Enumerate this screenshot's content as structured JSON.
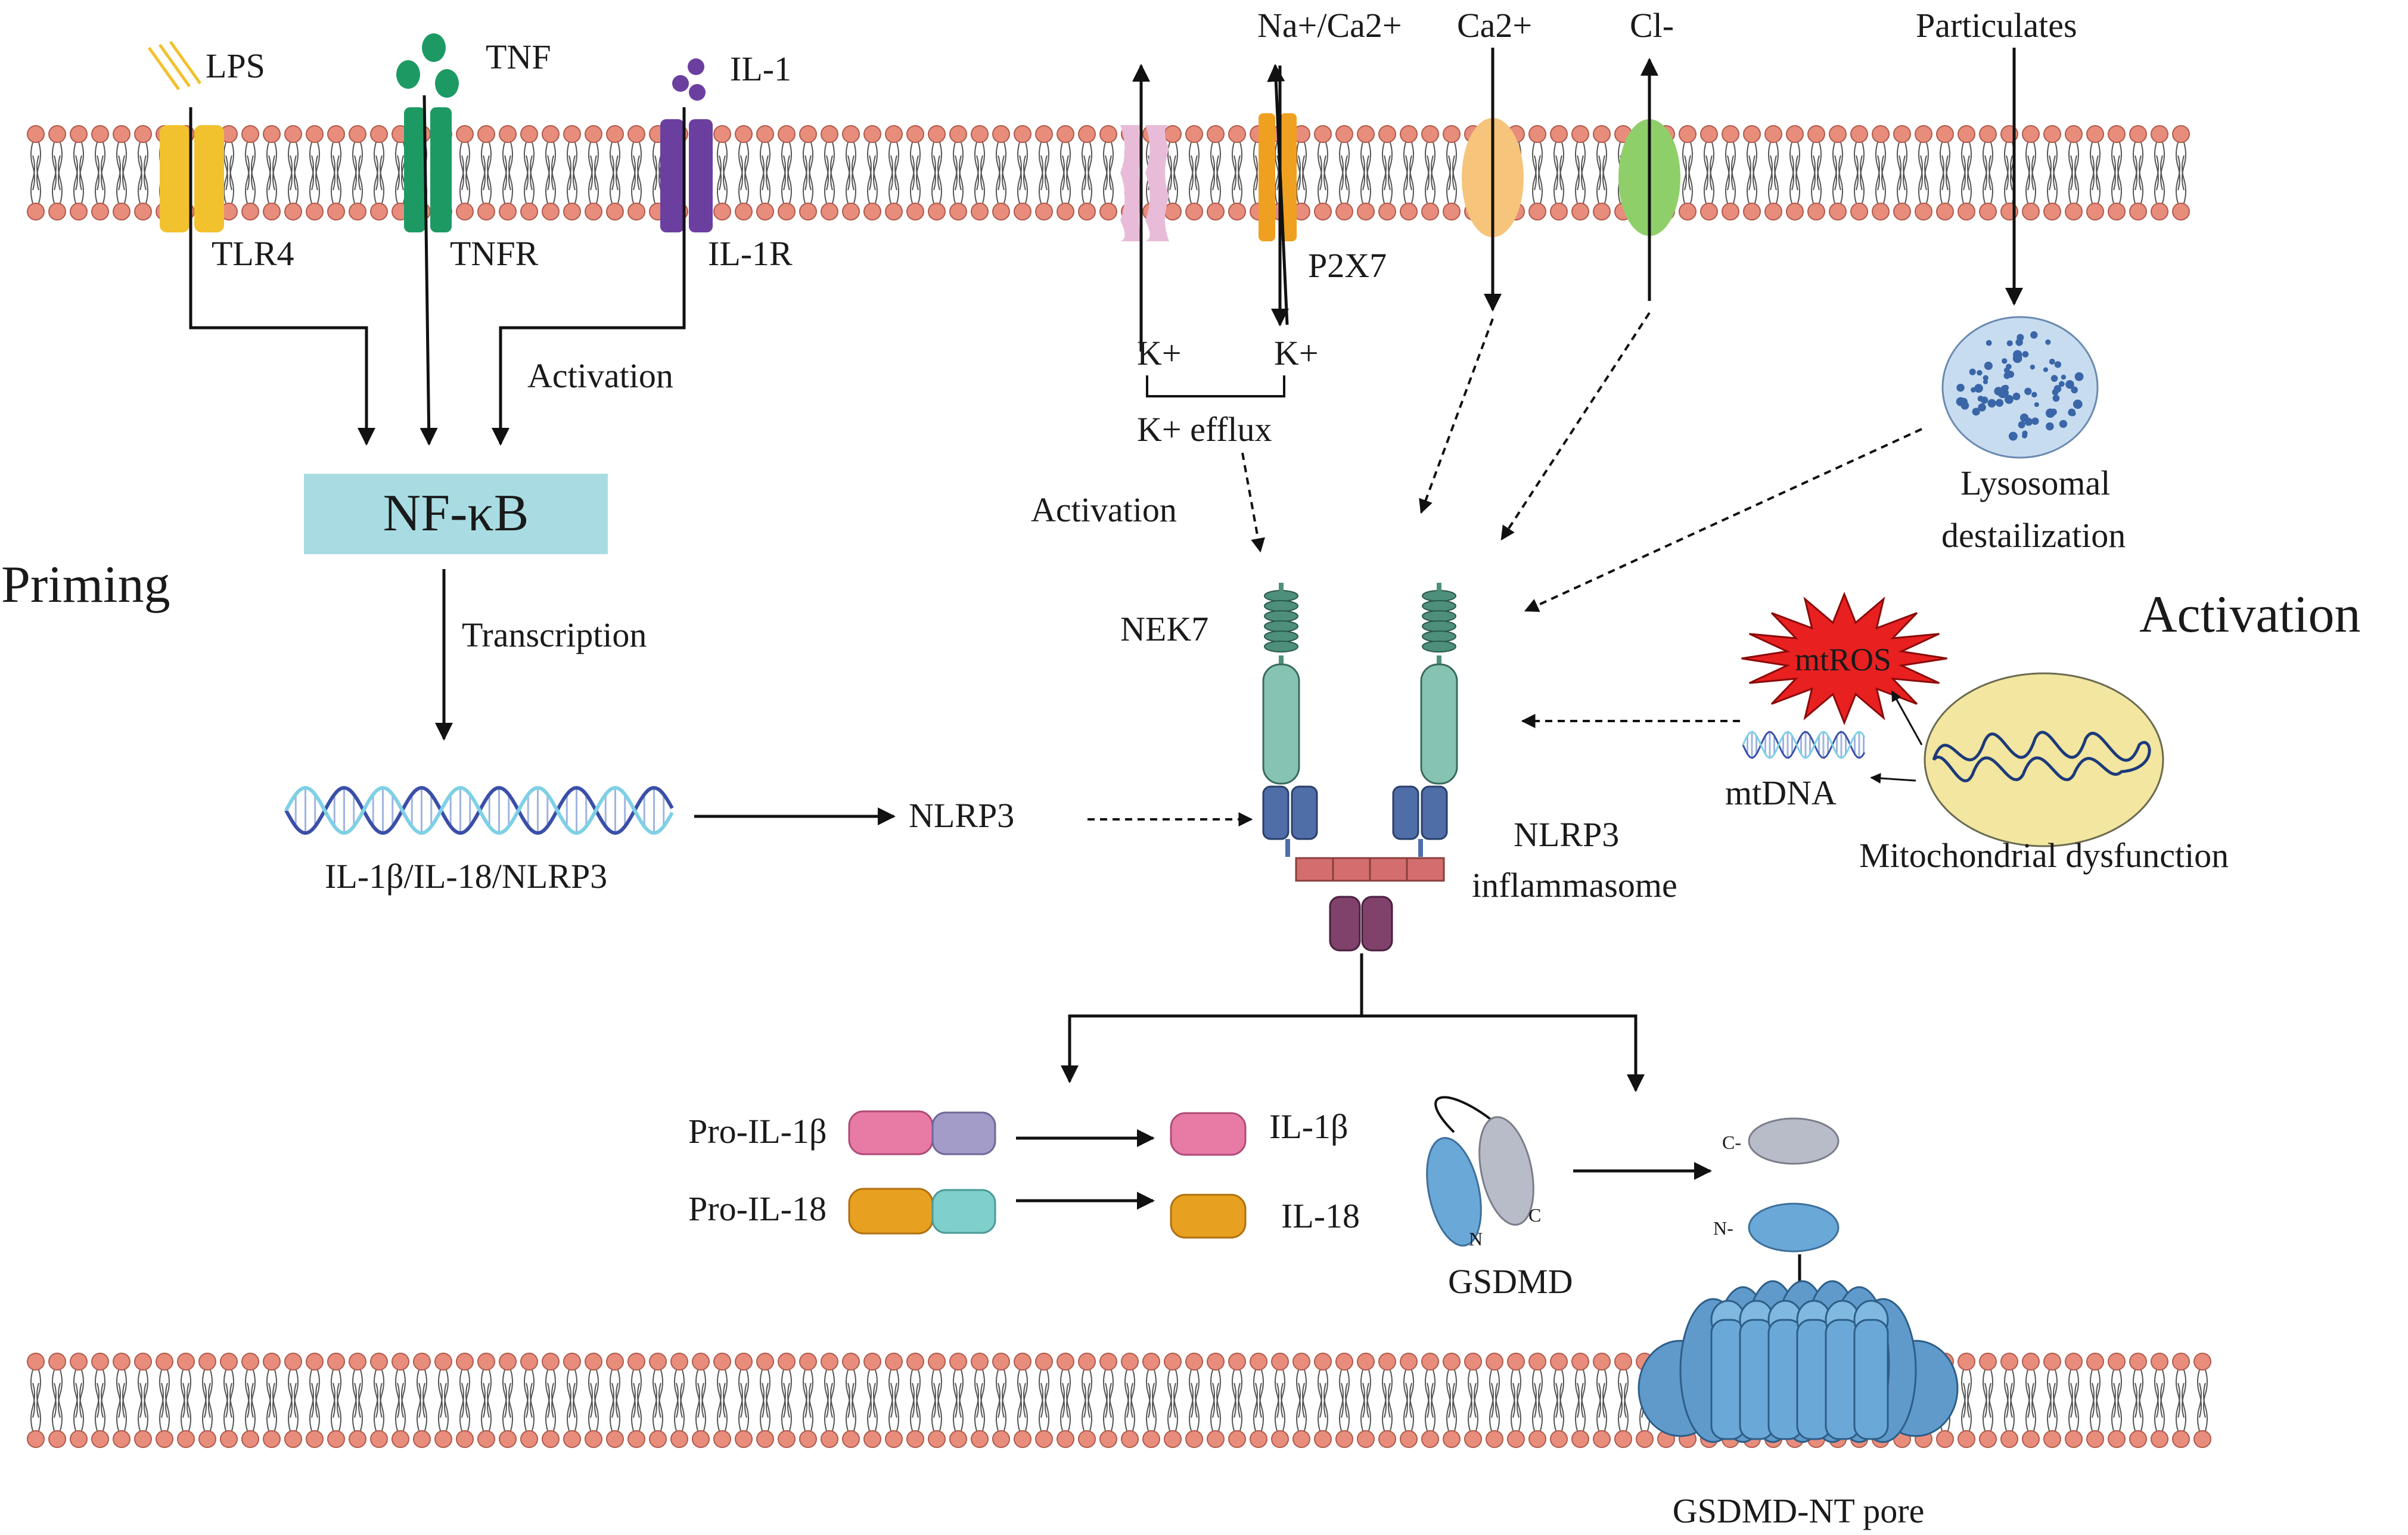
{
  "title": "",
  "sections": {
    "priming": "Priming",
    "activation": "Activation"
  },
  "ligands": {
    "lps": "LPS",
    "tnf": "TNF",
    "il1": "IL-1"
  },
  "receptors": {
    "tlr4": "TLR4",
    "tnfr": "TNFR",
    "il1r": "IL-1R",
    "p2x7": "P2X7"
  },
  "ions": {
    "na_ca": "Na+/Ca2+",
    "ca": "Ca2+",
    "cl": "Cl-",
    "k_left": "K+",
    "k_right": "K+",
    "k_efflux": "K+ efflux"
  },
  "labels": {
    "activation_left": "Activation",
    "activation_mid": "Activation",
    "nfkb": "NF-κB",
    "transcription": "Transcription",
    "gene": "IL-1β/IL-18/NLRP3",
    "nlrp3": "NLRP3",
    "nek7": "NEK7",
    "inflammasome_line1": "NLRP3",
    "inflammasome_line2": "inflammasome",
    "particulates": "Particulates",
    "lysosome_line1": "Lysosomal",
    "lysosome_line2": "destailization",
    "mtros": "mtROS",
    "mtdna": "mtDNA",
    "mito": "Mitochondrial dysfunction",
    "pro_il1b": "Pro-IL-1β",
    "pro_il18": "Pro-IL-18",
    "il1b": "IL-1β",
    "il18": "IL-18",
    "gsdmd": "GSDMD",
    "c_term": "C",
    "n_term": "N",
    "c_frag": "C-",
    "n_frag": "N-",
    "pore": "GSDMD-NT pore"
  },
  "colors": {
    "lipid_head": "#e88d7c",
    "lipid_head_stroke": "#b05a4c",
    "tlr4": "#f2c12e",
    "tnfr": "#1d9a64",
    "il1r": "#6b3fa0",
    "p2x7": "#f0a020",
    "k_channel": "#e8bcd8",
    "ca_channel": "#f6c47a",
    "cl_channel": "#8fcf6a",
    "nfkb_box": "#a8dce2",
    "nek7": "#4e8f7c",
    "nacht": "#86c3b2",
    "pyd": "#4f6ea8",
    "asc": "#d46e6e",
    "caspase": "#80426a",
    "il1b": "#e87aa6",
    "il18": "#e8a020",
    "gsdmd_n": "#6aa8d8",
    "gsdmd_c": "#b8bcc8",
    "mito": "#f2e6a0",
    "mtros": "#e82020",
    "lysosome": "#c8dcf0"
  }
}
